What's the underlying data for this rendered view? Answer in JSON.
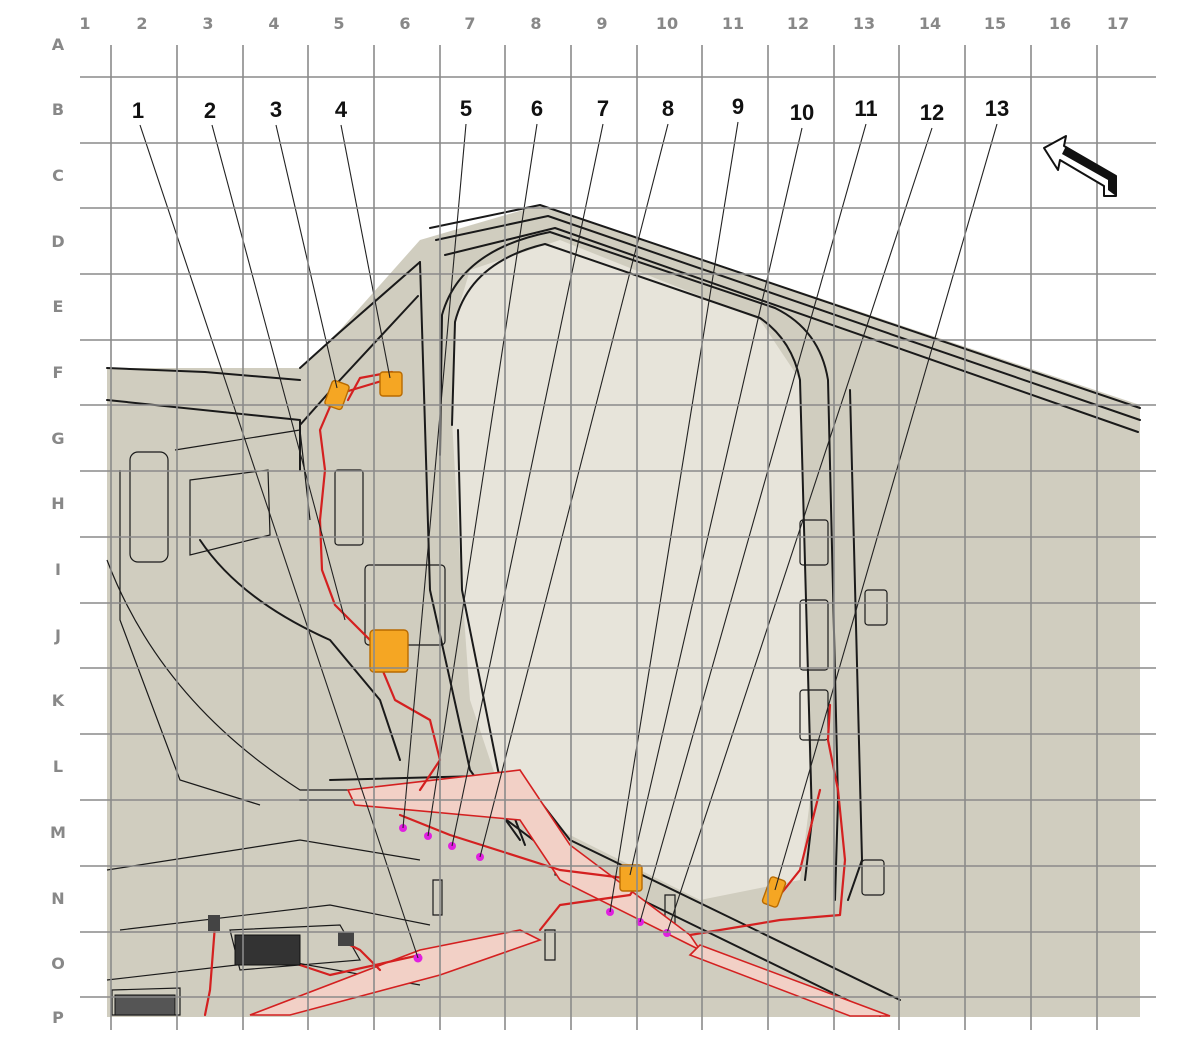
{
  "columns": [
    "1",
    "2",
    "3",
    "4",
    "5",
    "6",
    "7",
    "8",
    "9",
    "10",
    "11",
    "12",
    "13",
    "14",
    "15",
    "16",
    "17"
  ],
  "rows": [
    "A",
    "B",
    "C",
    "D",
    "E",
    "F",
    "G",
    "H",
    "I",
    "J",
    "K",
    "L",
    "M",
    "N",
    "O",
    "P"
  ],
  "callouts": [
    "1",
    "2",
    "3",
    "4",
    "5",
    "6",
    "7",
    "8",
    "9",
    "10",
    "11",
    "12",
    "13"
  ],
  "colors": {
    "background_panel": "#d0cdbf",
    "grid": "#8a8a8a",
    "harness": "#d42020",
    "connector": "#f5a623",
    "splice": "#e020e0"
  },
  "icons": [
    "direction-arrow-icon"
  ]
}
